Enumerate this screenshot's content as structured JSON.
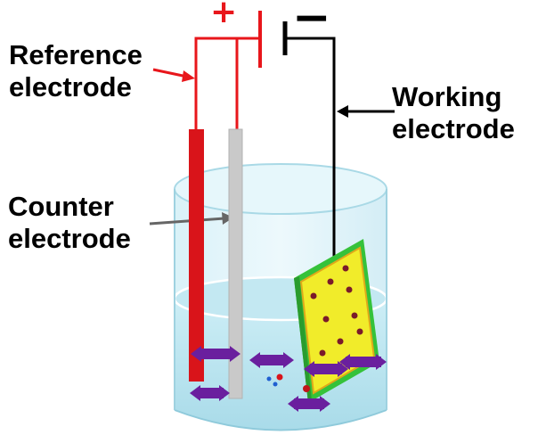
{
  "labels": {
    "reference": [
      "Reference",
      "electrode"
    ],
    "counter": [
      "Counter",
      "electrode"
    ],
    "working": [
      "Working",
      "electrode"
    ]
  },
  "polarity": {
    "positive": "+",
    "negative": "−"
  },
  "colors": {
    "reference_electrode": "#d9141a",
    "counter_electrode": "#c9c9c9",
    "working_wire": "#000000",
    "working_plate": "#f1ec2a",
    "plate_frame": "#35c23a",
    "particles": "#7a1a2a",
    "ions": "#6a1f9e",
    "liquid": "#b9e4ef"
  }
}
